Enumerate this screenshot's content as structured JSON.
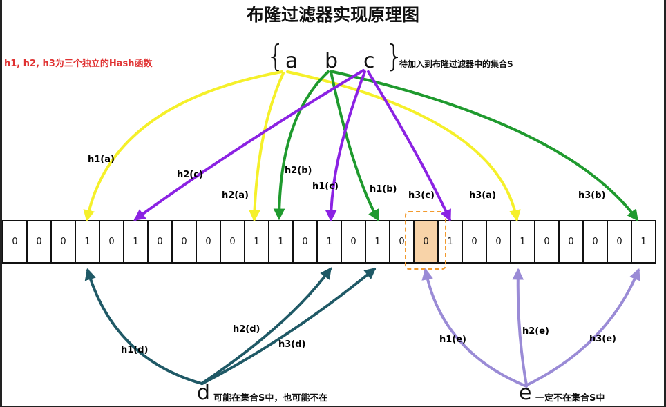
{
  "title": "布隆过滤器实现原理图",
  "note": "h1, h2, h3为三个独立的Hash函数",
  "set_elements": [
    "a",
    "b",
    "c"
  ],
  "set_desc": "待加入到布隆过滤器中的集合S",
  "bits": [
    "0",
    "0",
    "0",
    "1",
    "0",
    "1",
    "0",
    "0",
    "0",
    "0",
    "1",
    "1",
    "0",
    "1",
    "0",
    "1",
    "0",
    "0",
    "1",
    "0",
    "0",
    "1",
    "0",
    "0",
    "0",
    "0",
    "1"
  ],
  "highlight_index": 17,
  "colors": {
    "a": "#f5f02a",
    "b": "#1f9a2e",
    "c": "#8b22e3",
    "d": "#1f5966",
    "e": "#9a8bd6",
    "highlight_border": "#f29a2e",
    "highlight_fill": "#f8d3a8",
    "note": "#e03131"
  },
  "labels": {
    "h1a": "h1(a)",
    "h2a": "h2(a)",
    "h3a": "h3(a)",
    "h1b": "h1(b)",
    "h2b": "h2(b)",
    "h3b": "h3(b)",
    "h1c": "h1(c)",
    "h2c": "h2(c)",
    "h3c": "h3(c)",
    "h1d": "h1(d)",
    "h2d": "h2(d)",
    "h3d": "h3(d)",
    "h1e": "h1(e)",
    "h2e": "h2(e)",
    "h3e": "h3(e)"
  },
  "query_d": {
    "name": "d",
    "desc": "可能在集合S中，也可能不在"
  },
  "query_e": {
    "name": "e",
    "desc": "一定不在集合S中"
  }
}
